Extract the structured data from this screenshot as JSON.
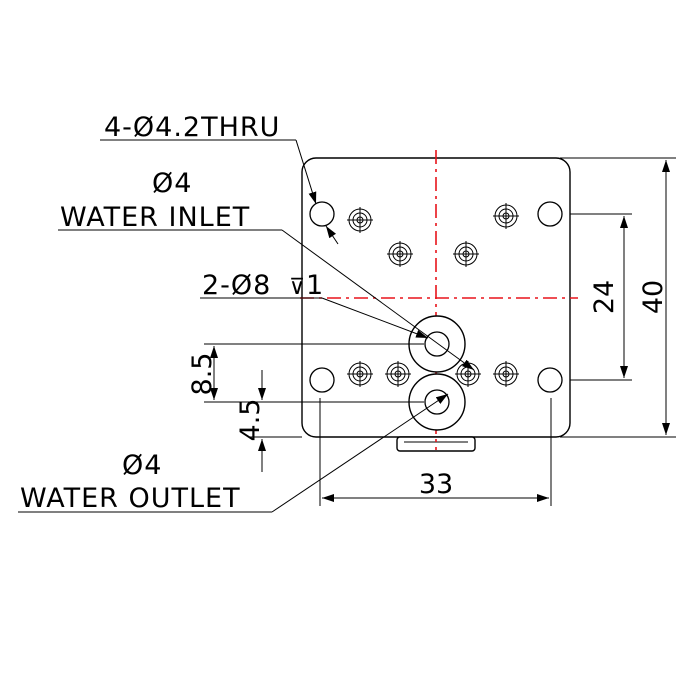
{
  "labels": {
    "thru_holes": "4-Ø4.2THRU",
    "inlet_size": "Ø4",
    "inlet_name": "WATER INLET",
    "counterbore": "2-Ø8",
    "depth_symbol": "⊽",
    "depth_value": "1",
    "outlet_size": "Ø4",
    "outlet_name": "WATER OUTLET"
  },
  "dimensions": {
    "width": "33",
    "height": "40",
    "hole_spacing": "24",
    "inlet_offset": "8.5",
    "outlet_offset": "4.5"
  },
  "colors": {
    "line": "#000000",
    "centerline": "#e8141b"
  }
}
